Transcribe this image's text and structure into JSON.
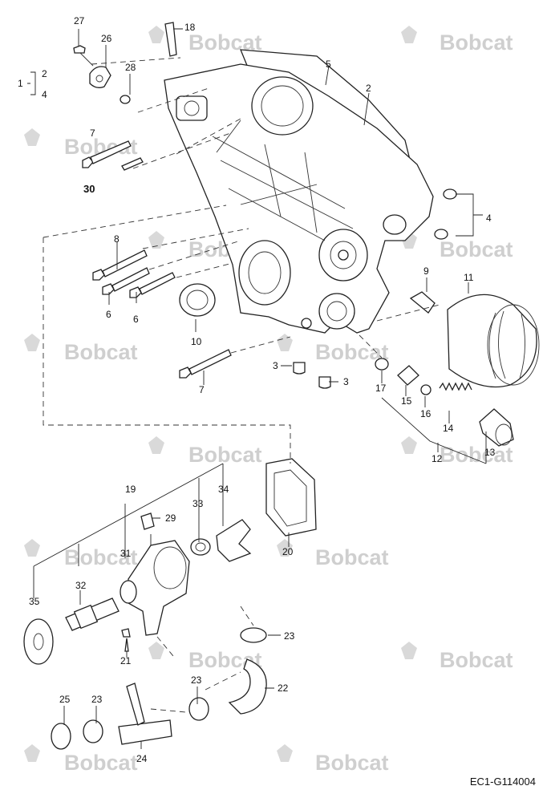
{
  "watermark": {
    "brand": "Bobcat"
  },
  "drawing_code": "EC1-G114004",
  "callouts": {
    "c1": "1",
    "c2a": "2",
    "c4a": "4",
    "c2": "2",
    "c3a": "3",
    "c3b": "3",
    "c4": "4",
    "c5": "5",
    "c6a": "6",
    "c6b": "6",
    "c7a": "7",
    "c7b": "7",
    "c8": "8",
    "c9": "9",
    "c10": "10",
    "c11": "11",
    "c12": "12",
    "c13": "13",
    "c14": "14",
    "c15": "15",
    "c16": "16",
    "c17": "17",
    "c18": "18",
    "c19": "19",
    "c20": "20",
    "c21": "21",
    "c22": "22",
    "c23a": "23",
    "c23b": "23",
    "c23c": "23",
    "c24": "24",
    "c25": "25",
    "c26": "26",
    "c27": "27",
    "c28": "28",
    "c29": "29",
    "c30": "30",
    "c31": "31",
    "c32": "32",
    "c33": "33",
    "c34": "34",
    "c35": "35"
  }
}
